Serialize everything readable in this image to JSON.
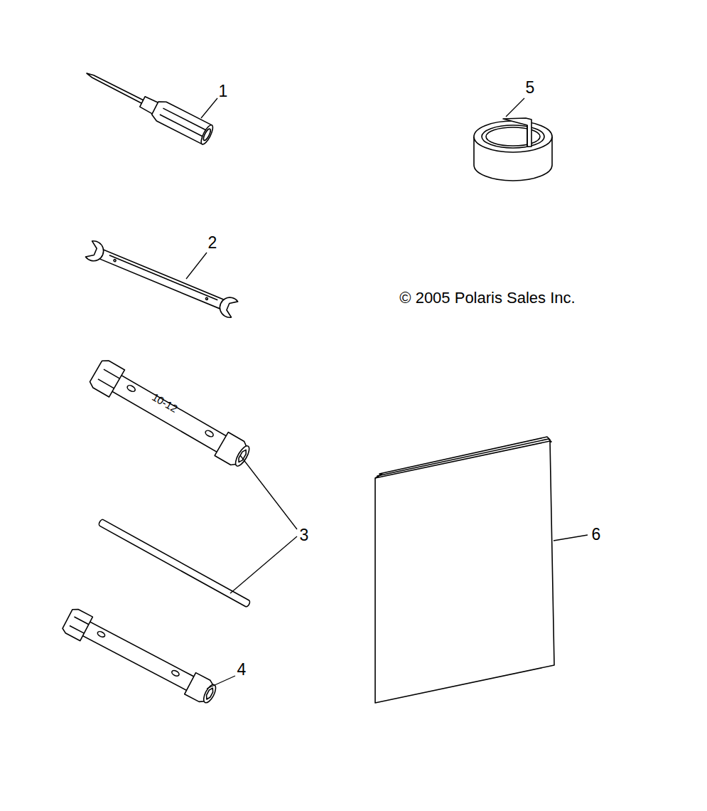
{
  "diagram": {
    "labels": [
      "1",
      "5",
      "2",
      "© 2005 Polaris Sales Inc.",
      "10-12",
      "3",
      "4",
      "6"
    ]
  }
}
